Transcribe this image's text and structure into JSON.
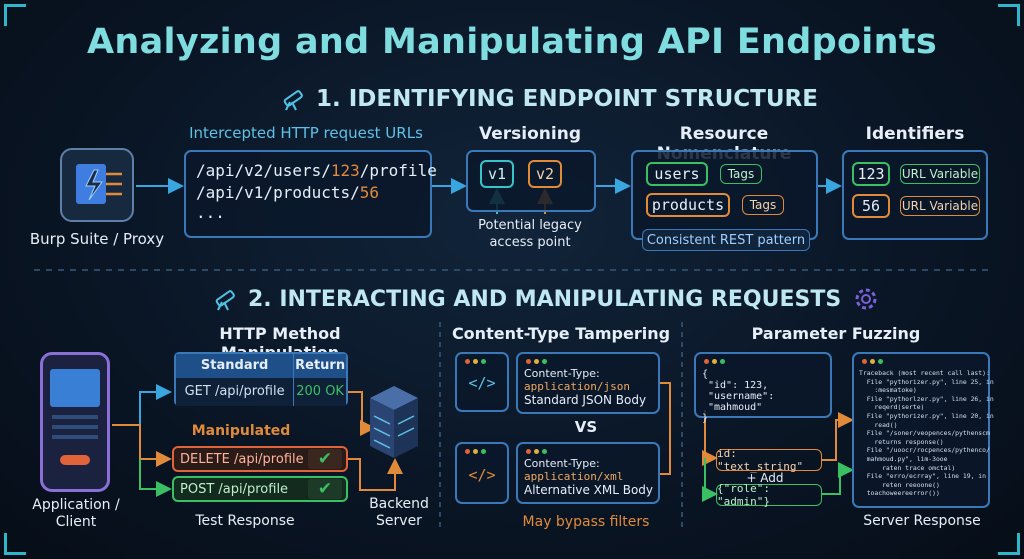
{
  "title": "Analyzing and Manipulating API Endpoints",
  "section1": {
    "heading": "1. IDENTIFYING ENDPOINT STRUCTURE",
    "proxy_label": "Burp Suite / Proxy",
    "urls_caption": "Intercepted HTTP request URLs",
    "urls": {
      "line1_a": "/api/v2/users/",
      "line1_id": "123",
      "line1_b": "/profile",
      "line2_a": "/api/v1/products/",
      "line2_id": "56",
      "line3": "..."
    },
    "versioning": {
      "title": "Versioning",
      "v1": "v1",
      "v2": "v2",
      "note": "Potential legacy access point"
    },
    "resources": {
      "title": "Resource Nomenclature",
      "users": "users",
      "products": "products",
      "tag1": "Tags",
      "tag2": "Tags",
      "note": "Consistent REST pattern"
    },
    "identifiers": {
      "title": "Identifiers",
      "id1": "123",
      "id2": "56",
      "tag1": "URL Variable",
      "tag2": "URL Variable"
    }
  },
  "section2": {
    "heading": "2. INTERACTING AND MANIPULATING REQUESTS",
    "client_label": "Application / Client",
    "method": {
      "title": "HTTP Method Manipulation",
      "col_standard": "Standard",
      "col_return": "Return",
      "std_req": "GET /api/profile",
      "std_ret": "200 OK",
      "manip_title": "Manipulated",
      "req_delete": "DELETE /api/profile",
      "req_post": "POST /api/profile",
      "test_response": "Test Response"
    },
    "backend_label": "Backend Server",
    "content_type": {
      "title": "Content-Type Tampering",
      "ct1_key": "Content-Type:",
      "ct1_val": "application/json",
      "ct1_desc": "Standard JSON Body",
      "vs": "VS",
      "ct2_key": "Content-Type:",
      "ct2_val": "application/xml",
      "ct2_desc": "Alternative XML Body",
      "note": "May bypass filters",
      "code_glyph": "</>"
    },
    "fuzzing": {
      "title": "Parameter Fuzzing",
      "json_open": "{",
      "json_id": "\"id\": 123,",
      "json_user": "\"username\": \"mahmoud\"",
      "json_close": "}",
      "fuzz1": "id: \"text_string\"",
      "add": "+ Add",
      "fuzz2": "{\"role\": \"admin\"}",
      "server_response": "Server Response",
      "trace": [
        "Traceback (most recent call last):",
        "  File \"pythorizer.py\", line 25, in",
        "    :mesmatoke)",
        "  File \"pythorlzer.py\", line 26, in",
        "    reqerd(serte)",
        "  File \"pythorizer.py\", line 20, in",
        "    read()",
        "  File \"/soner/veopences/pythenscm",
        "    returns response()",
        "  File \"/uoocr/rocpences/pythenco/",
        "  mahmoud.py\", lim-3ooe",
        "      raten trace omctal)",
        "  File \"erro/ecrray\", line 19, in",
        "      reten reeoone()",
        "  toachoweereerror())"
      ]
    }
  },
  "colors": {
    "accent": "#37c3c9",
    "orange": "#e08a3a",
    "green": "#3bbf63",
    "red": "#e0633a",
    "blue": "#3a78b8"
  }
}
